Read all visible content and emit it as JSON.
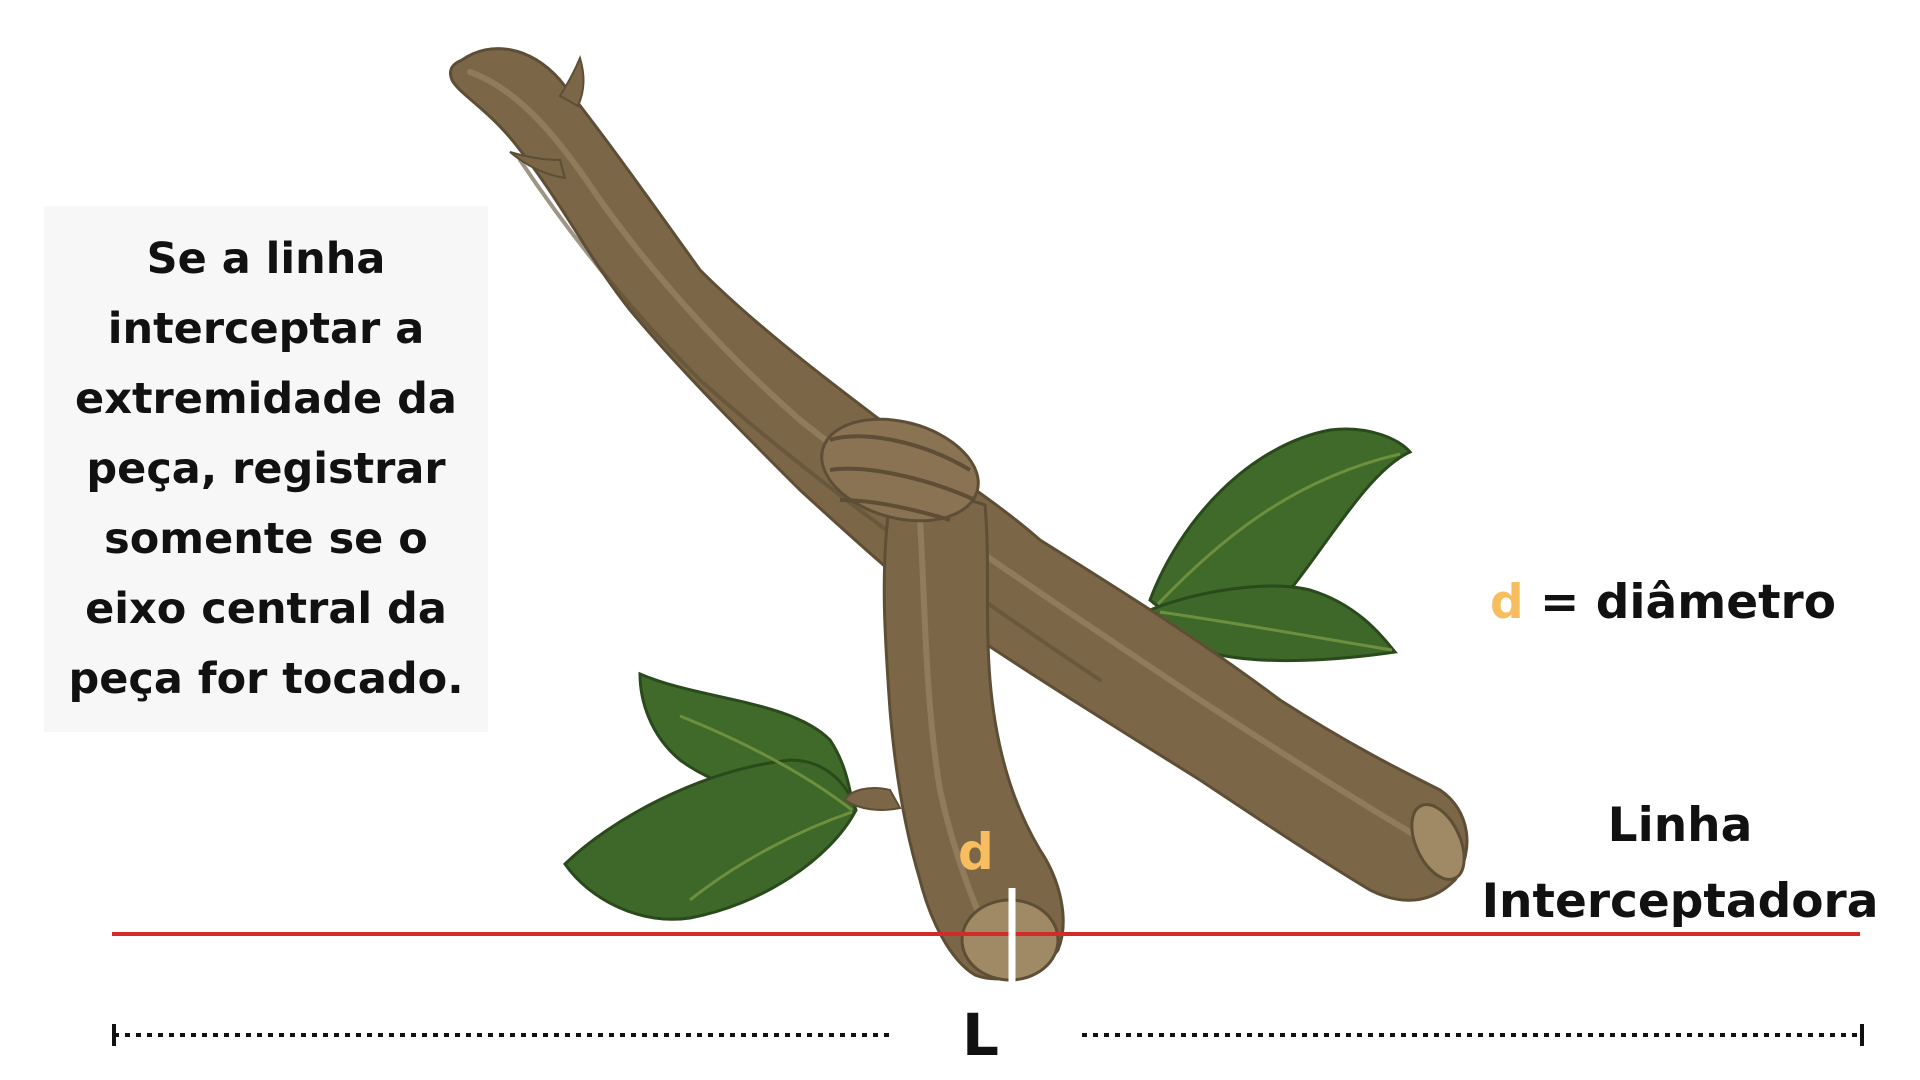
{
  "note": {
    "lines": [
      "Se a linha",
      "interceptar a",
      "extremidade da",
      "peça, registrar",
      "somente se o",
      "eixo central da",
      "peça for tocado."
    ]
  },
  "legend": {
    "symbol": "d",
    "text": " = diâmetro"
  },
  "intercept_line": {
    "label_line1": "Linha",
    "label_line2": "Interceptadora",
    "color": "#d42a2a"
  },
  "diameter_marker": {
    "label": "d",
    "color": "#f7bd5e"
  },
  "length_marker": {
    "label": "L"
  },
  "colors": {
    "branch": "#7b6747",
    "branch_dark": "#5e4e36",
    "branch_light": "#9a8462",
    "leaf": "#3f6a2a",
    "leaf_dark": "#2a4a1c"
  }
}
